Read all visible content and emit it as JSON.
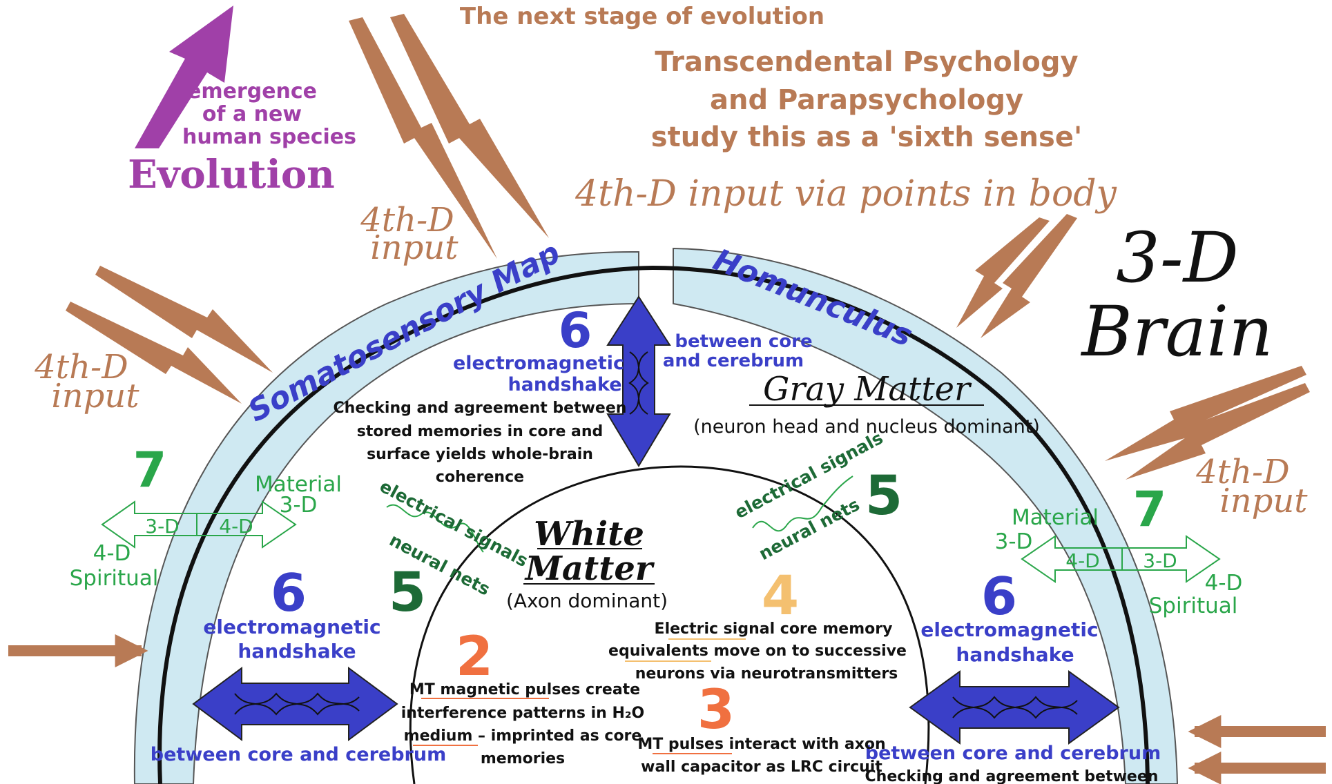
{
  "top_caption": "The next stage of evolution",
  "heading_lines": [
    "Transcendental Psychology",
    "and Parapsychology",
    "study this as a 'sixth sense'"
  ],
  "evolution": {
    "caption_lines": [
      "emergence",
      "of a new",
      "human species"
    ],
    "title": "Evolution"
  },
  "fourth_d_inputs": {
    "body_points": "4th-D input via points in body",
    "top_left": [
      "4th-D",
      "input"
    ],
    "left": [
      "4th-D",
      "input"
    ],
    "right": [
      "4th-D",
      "input"
    ]
  },
  "brain_title": [
    "3-D",
    "Brain"
  ],
  "arcs": {
    "left_label": "Somatosensory Map",
    "right_label": "Homunculus"
  },
  "top_handshake": {
    "number": "6",
    "label_lines": [
      "electromagnetic",
      "handshake"
    ],
    "side_lines": [
      "between core",
      "and cerebrum"
    ],
    "note_lines": [
      "Checking and agreement between",
      "stored memories in core and",
      "surface yields whole-brain",
      "coherence"
    ]
  },
  "gray_matter": {
    "title": "Gray Matter",
    "subtitle": "(neuron head and nucleus dominant)"
  },
  "white_matter": {
    "title_lines": [
      "White",
      "Matter"
    ],
    "subtitle": "(Axon dominant)"
  },
  "left_seven": {
    "number": "7",
    "material": [
      "Material",
      "3-D"
    ],
    "arrow_left": "3-D",
    "arrow_right": "4-D",
    "spiritual": [
      "4-D",
      "Spiritual"
    ]
  },
  "right_seven": {
    "number": "7",
    "material": [
      "Material",
      "3-D"
    ],
    "arrow_left": "4-D",
    "arrow_right": "3-D",
    "spiritual": [
      "4-D",
      "Spiritual"
    ]
  },
  "left_signals": {
    "number": "5",
    "signals": "electrical signals",
    "nets": "neural nets"
  },
  "right_signals": {
    "number": "5",
    "signals": "electrical signals",
    "nets": "neural nets"
  },
  "left_handshake": {
    "number": "6",
    "label_lines": [
      "electromagnetic",
      "handshake"
    ],
    "bottom": "between core and cerebrum"
  },
  "right_handshake": {
    "number": "6",
    "label_lines": [
      "electromagnetic",
      "handshake"
    ],
    "bottom": "between core and cerebrum",
    "cut_note": "Checking and agreement between"
  },
  "step2": {
    "number": "2",
    "lines": [
      "MT magnetic pulses create",
      "interference patterns in H₂O",
      "medium – imprinted as core",
      "memories"
    ]
  },
  "step3": {
    "number": "3",
    "lines": [
      "MT pulses interact with axon",
      "wall capacitor as LRC circuit"
    ]
  },
  "step4": {
    "number": "4",
    "lines": [
      "Electric signal core memory",
      "equivalents move on to successive",
      "neurons via neurotransmitters"
    ]
  },
  "colors": {
    "brown": "#b87a55",
    "purple": "#a040a8",
    "blue": "#3a3fc8",
    "green": "#2aa64a",
    "dark_green": "#1d6a36",
    "light_blue": "#cfe9f2",
    "orange": "#f07040"
  }
}
